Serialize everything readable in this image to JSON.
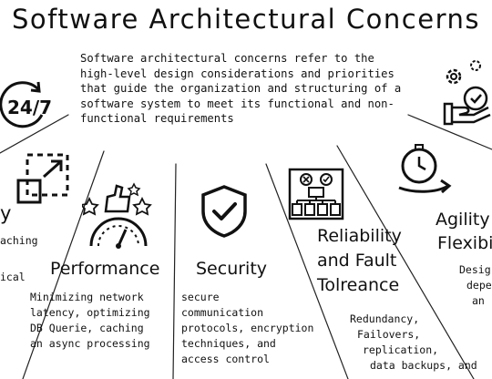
{
  "title": "Software Architectural Concerns",
  "intro": "Software architectural concerns refer to the high-level design considerations and priorities that guide the organization and structuring of a software system to meet its functional and non-functional requirements",
  "sections": {
    "scalability": {
      "title_fragment": "y",
      "desc_lines": [
        "aching",
        "",
        "ical"
      ]
    },
    "performance": {
      "title": "Performance",
      "desc_lines": [
        "Minimizing network",
        "latency, optimizing",
        "DB Querie, caching",
        "an async processing"
      ]
    },
    "security": {
      "title": "Security",
      "desc_lines": [
        "secure",
        "communication",
        "protocols, encryption",
        "techniques, and",
        "access control"
      ]
    },
    "reliability": {
      "title_lines": [
        "Reliability",
        "and Fault",
        "Tolreance"
      ],
      "desc_lines": [
        "Redundancy,",
        "Failovers,",
        "replication,",
        "data backups, and"
      ]
    },
    "agility": {
      "title_lines": [
        "Agility",
        "Flexibi"
      ],
      "desc_lines": [
        "Desig",
        "depe",
        "an"
      ]
    }
  },
  "icons": {
    "availability": "24-7-icon",
    "scalability": "expand-arrows-icon",
    "performance": "speedometer-icon",
    "security": "shield-check-icon",
    "reliability": "server-network-icon",
    "agility": "speed-clock-icon",
    "maintainability": "gears-hand-icon"
  },
  "colors": {
    "ink": "#111111",
    "background": "#ffffff"
  }
}
